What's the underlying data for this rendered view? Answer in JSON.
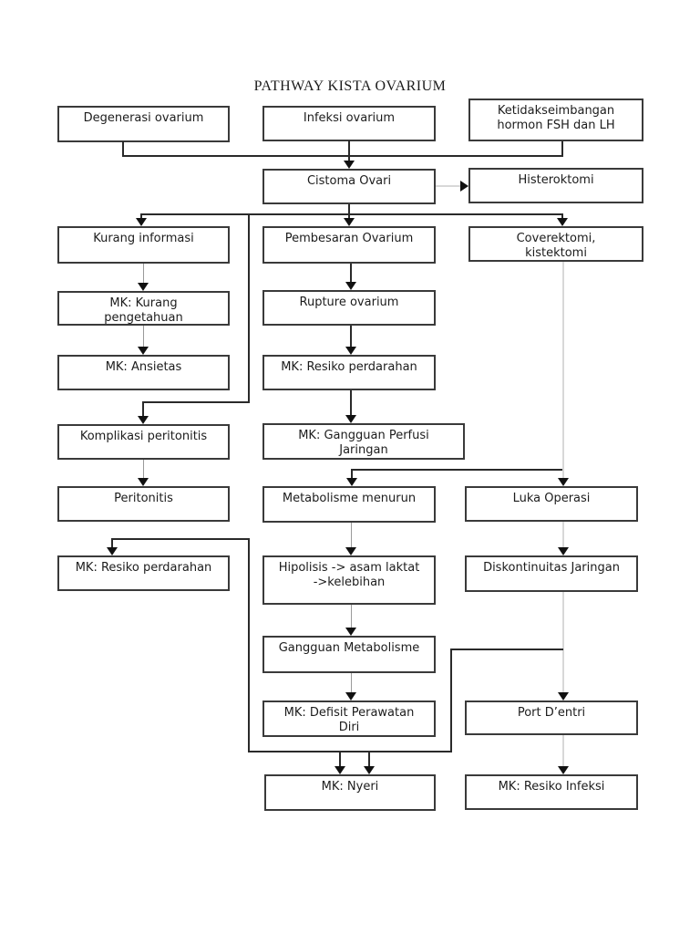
{
  "title": "PATHWAY KISTA OVARIUM",
  "boxes": {
    "degenerasi_ovarium": "Degenerasi ovarium",
    "infeksi_ovarium": "Infeksi ovarium",
    "ketidakseimbangan": "Ketidakseimbangan\nhormon FSH dan LH",
    "cistoma_ovari": "Cistoma Ovari",
    "histeroktomi": "Histeroktomi",
    "kurang_informasi": "Kurang informasi",
    "pembesaran_ovarium": "Pembesaran Ovarium",
    "coverektomi": "Coverektomi,\nkistektomi",
    "mk_kurang_pengetahuan": "MK: Kurang\npengetahuan",
    "rupture_ovarium": "Rupture ovarium",
    "mk_ansietas": "MK: Ansietas",
    "mk_resiko_perdarahan_center": "MK: Resiko perdarahan",
    "komplikasi_peritonitis": "Komplikasi peritonitis",
    "mk_gangguan_perfusi": "MK: Gangguan Perfusi\nJaringan",
    "peritonitis": "Peritonitis",
    "metabolisme_menurun": "Metabolisme menurun",
    "luka_operasi": "Luka Operasi",
    "mk_resiko_perdarahan_left": "MK: Resiko perdarahan",
    "hipolisis": "Hipolisis -> asam laktat\n->kelebihan",
    "diskontinuitas_jaringan": "Diskontinuitas Jaringan",
    "gangguan_metabolisme": "Gangguan Metabolisme",
    "mk_defisit_perawatan": "MK: Defisit Perawatan\nDiri",
    "port_dentri": "Port D’entri",
    "mk_nyeri": "MK: Nyeri",
    "mk_resiko_infeksi": "MK: Resiko Infeksi"
  },
  "colors": {
    "background": "#ffffff",
    "box_border": "#3a3a3a",
    "text": "#1c1c1c",
    "line_dark": "#2a2a2a",
    "line_gray": "#9a9a9a",
    "line_light": "#d8d8d8",
    "arrowhead": "#111111"
  }
}
